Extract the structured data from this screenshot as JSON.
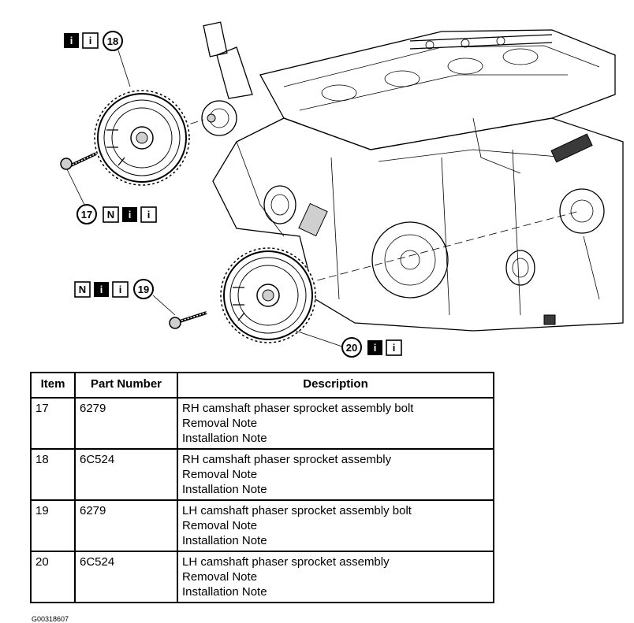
{
  "callouts": {
    "c17": "17",
    "c18": "18",
    "c19": "19",
    "c20": "20"
  },
  "icons": {
    "info_letter": "i",
    "new_letter": "N"
  },
  "table": {
    "headers": {
      "item": "Item",
      "part_number": "Part Number",
      "description": "Description"
    },
    "rows": [
      {
        "item": "17",
        "part_number": "6279",
        "description": [
          "RH camshaft phaser sprocket assembly bolt",
          "Removal Note",
          "Installation Note"
        ]
      },
      {
        "item": "18",
        "part_number": "6C524",
        "description": [
          "RH camshaft phaser sprocket assembly",
          "Removal Note",
          "Installation Note"
        ]
      },
      {
        "item": "19",
        "part_number": "6279",
        "description": [
          "LH camshaft phaser sprocket assembly bolt",
          "Removal Note",
          "Installation Note"
        ]
      },
      {
        "item": "20",
        "part_number": "6C524",
        "description": [
          "LH camshaft phaser sprocket assembly",
          "Removal Note",
          "Installation Note"
        ]
      }
    ]
  },
  "figure_id": "G00318607"
}
